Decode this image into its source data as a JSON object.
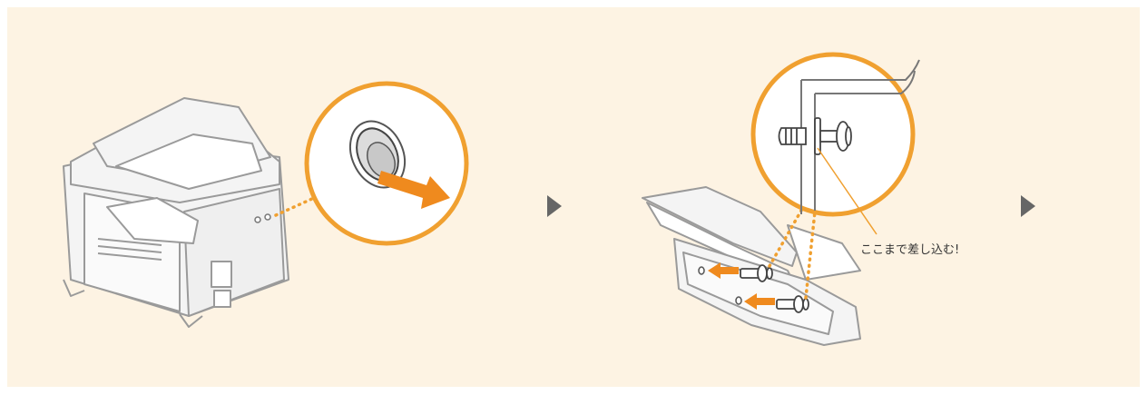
{
  "figure": {
    "steps": [
      {
        "name": "remove-cap"
      },
      {
        "name": "insert-pins"
      }
    ],
    "callout": {
      "text": "ここまで差し込む!"
    },
    "colors": {
      "background": "#fdf3e3",
      "accent": "#f0a030",
      "arrow": "#ef8a1e",
      "line": "#9a9a9a",
      "fill": "#f4f4f4"
    },
    "icons": [
      "next-step-arrow-icon",
      "pull-arrow-icon",
      "insert-arrow-icon"
    ]
  }
}
